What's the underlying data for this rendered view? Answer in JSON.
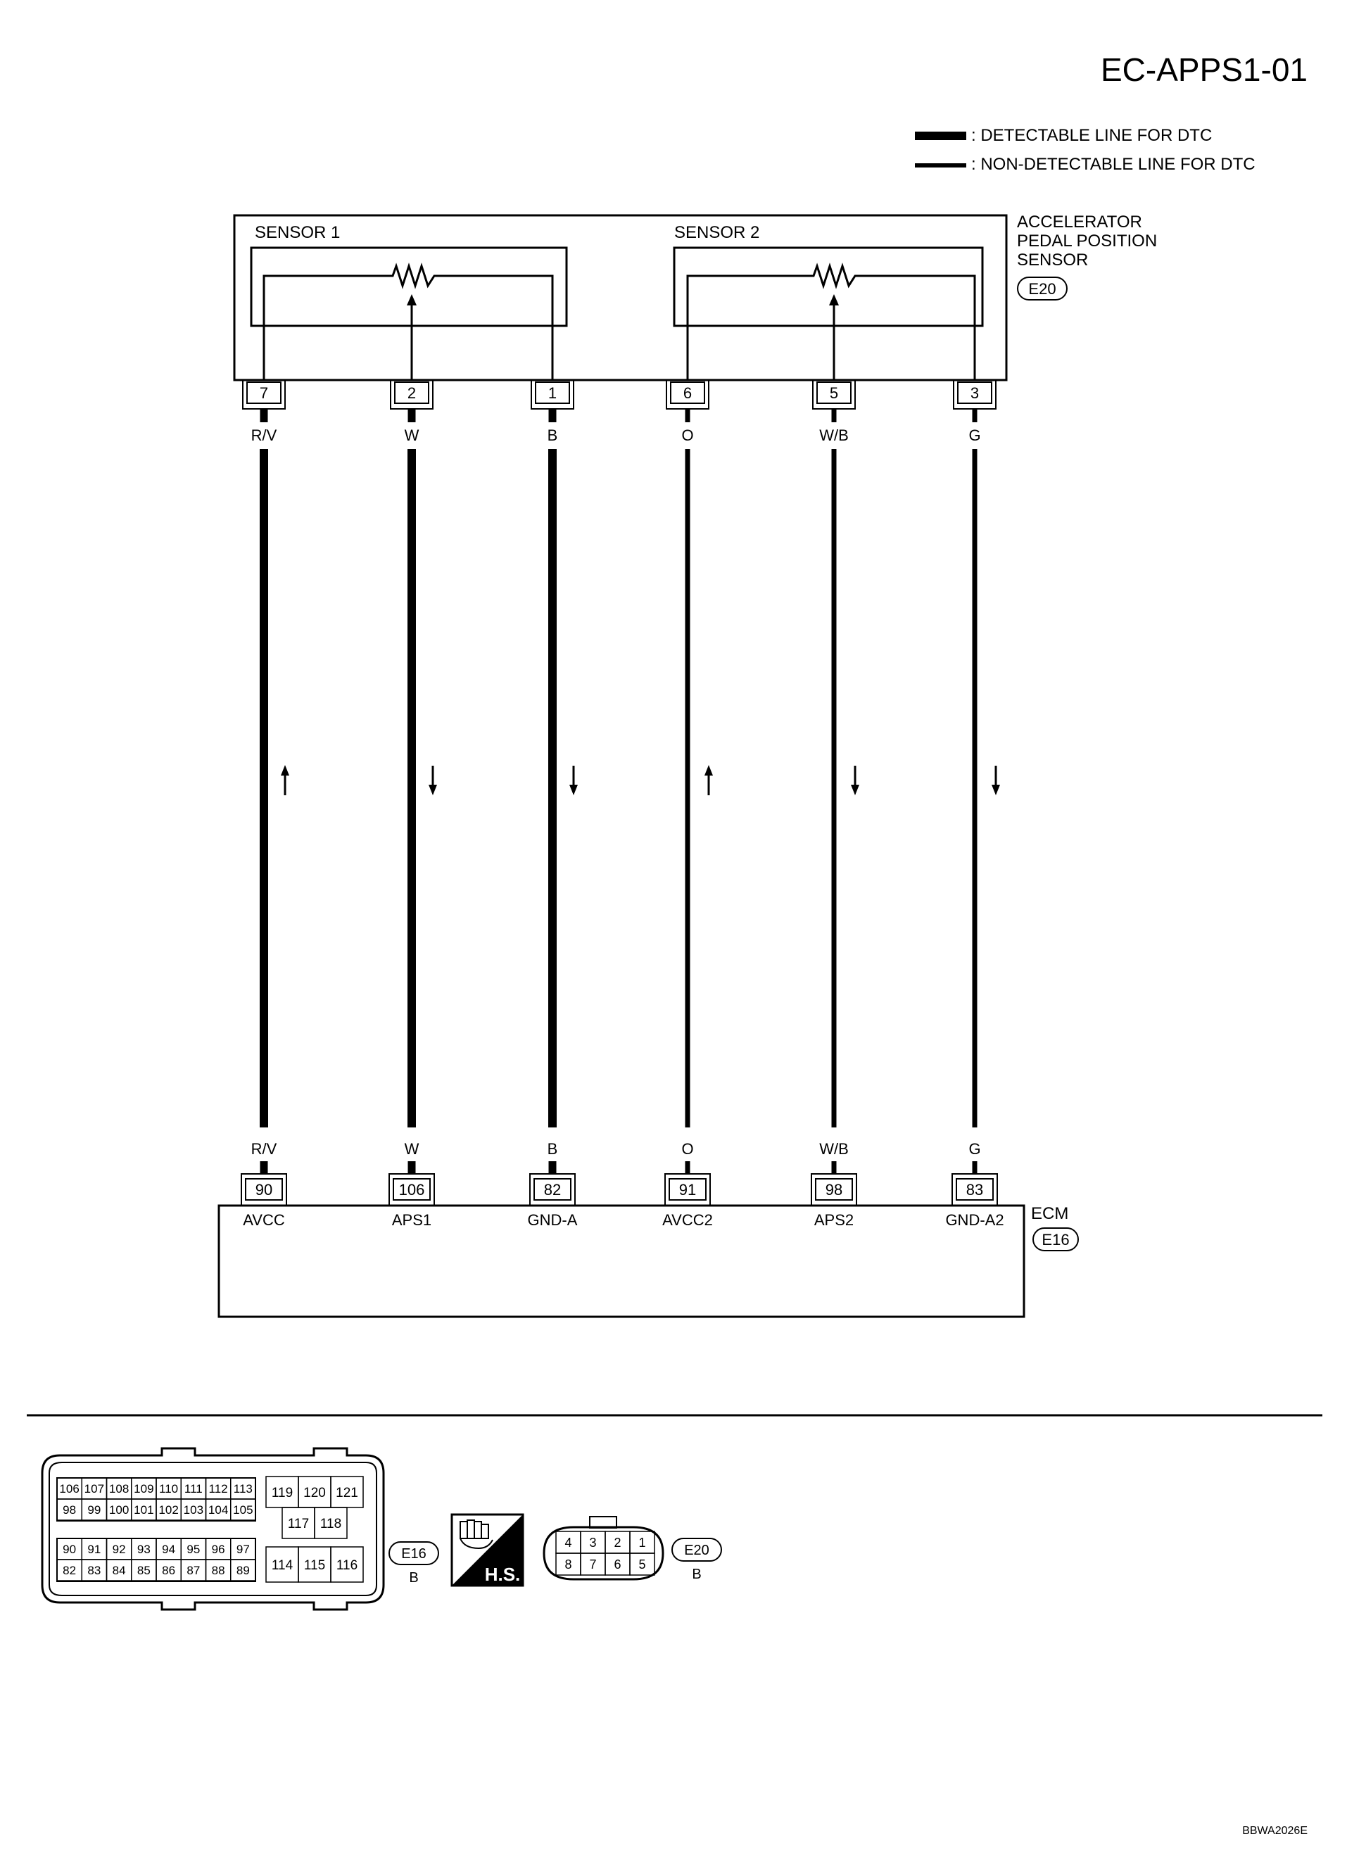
{
  "title": "EC-APPS1-01",
  "legend": {
    "detectable": ": DETECTABLE LINE FOR DTC",
    "non_detectable": ": NON-DETECTABLE LINE FOR DTC"
  },
  "sensor": {
    "name_lines": [
      "ACCELERATOR",
      "PEDAL POSITION",
      "SENSOR"
    ],
    "connector": "E20",
    "sensor1_label": "SENSOR 1",
    "sensor2_label": "SENSOR 2"
  },
  "ecm": {
    "name": "ECM",
    "connector": "E16"
  },
  "wires": [
    {
      "sensor_pin": "7",
      "color_code": "R/V",
      "ecm_pin": "90",
      "signal": "AVCC",
      "direction": "up",
      "detectable": true
    },
    {
      "sensor_pin": "2",
      "color_code": "W",
      "ecm_pin": "106",
      "signal": "APS1",
      "direction": "down",
      "detectable": true
    },
    {
      "sensor_pin": "1",
      "color_code": "B",
      "ecm_pin": "82",
      "signal": "GND-A",
      "direction": "down",
      "detectable": true
    },
    {
      "sensor_pin": "6",
      "color_code": "O",
      "ecm_pin": "91",
      "signal": "AVCC2",
      "direction": "up",
      "detectable": false
    },
    {
      "sensor_pin": "5",
      "color_code": "W/B",
      "ecm_pin": "98",
      "signal": "APS2",
      "direction": "down",
      "detectable": false
    },
    {
      "sensor_pin": "3",
      "color_code": "G",
      "ecm_pin": "83",
      "signal": "GND-A2",
      "direction": "down",
      "detectable": false
    }
  ],
  "ecm_connector_face": {
    "id": "E16",
    "color": "B",
    "rows": [
      [
        "106",
        "107",
        "108",
        "109",
        "110",
        "111",
        "112",
        "113"
      ],
      [
        "98",
        "99",
        "100",
        "101",
        "102",
        "103",
        "104",
        "105"
      ],
      [
        "90",
        "91",
        "92",
        "93",
        "94",
        "95",
        "96",
        "97"
      ],
      [
        "82",
        "83",
        "84",
        "85",
        "86",
        "87",
        "88",
        "89"
      ]
    ],
    "right_rows": [
      [
        "119",
        "120",
        "121"
      ],
      [
        "117",
        "118"
      ],
      [
        "114",
        "115",
        "116"
      ]
    ]
  },
  "hs_badge": "H.S.",
  "sensor_connector_face": {
    "id": "E20",
    "color": "B",
    "rows": [
      [
        "4",
        "3",
        "2",
        "1"
      ],
      [
        "8",
        "7",
        "6",
        "5"
      ]
    ]
  },
  "footer_code": "BBWA2026E"
}
